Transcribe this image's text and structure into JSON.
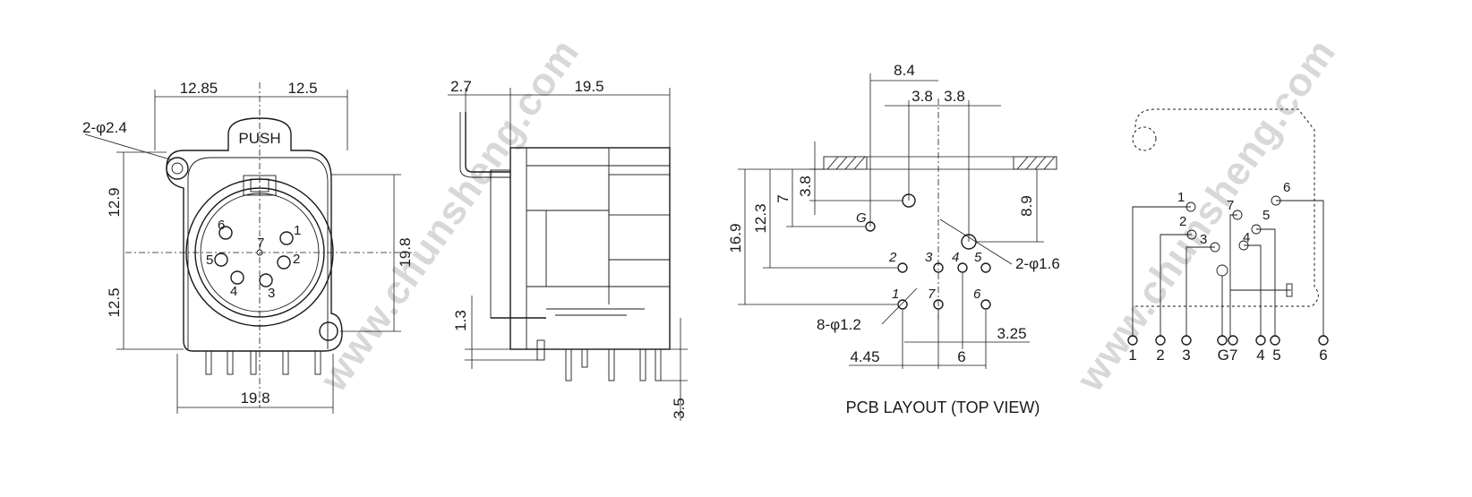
{
  "front_view": {
    "dims": {
      "left_width": "12.85",
      "right_width": "12.5",
      "hole": "2-φ2.4",
      "upper_height": "12.9",
      "lower_height": "12.5",
      "body_height": "19.8",
      "bottom_width": "19.8"
    },
    "push_label": "PUSH",
    "pin_labels": [
      "1",
      "2",
      "3",
      "4",
      "5",
      "6",
      "7"
    ]
  },
  "side_view": {
    "dims": {
      "flange": "2.7",
      "depth": "19.5",
      "standoff": "1.3",
      "pin_length": "3.5"
    }
  },
  "pcb_layout": {
    "title": "PCB LAYOUT (TOP VIEW)",
    "dims": {
      "pitch_total": "8.4",
      "half_a": "3.8",
      "half_b": "3.8",
      "edge_offset": "3.8",
      "upper": "7",
      "mid": "12.3",
      "total": "16.9",
      "right": "8.9",
      "mount_holes": "2-φ1.6",
      "pin_holes": "8-φ1.2",
      "offset_b": "3.25",
      "offset_a": "4.45",
      "spacing": "6"
    },
    "pin_labels": [
      "1",
      "2",
      "3",
      "4",
      "5",
      "6",
      "7",
      "G"
    ]
  },
  "schematic": {
    "pin_labels": [
      "1",
      "2",
      "3",
      "4",
      "5",
      "6",
      "7"
    ],
    "bottom_labels": [
      "1",
      "2",
      "3",
      "G7",
      "4",
      "5",
      "6"
    ]
  },
  "watermark": "www.chunsheng.com"
}
